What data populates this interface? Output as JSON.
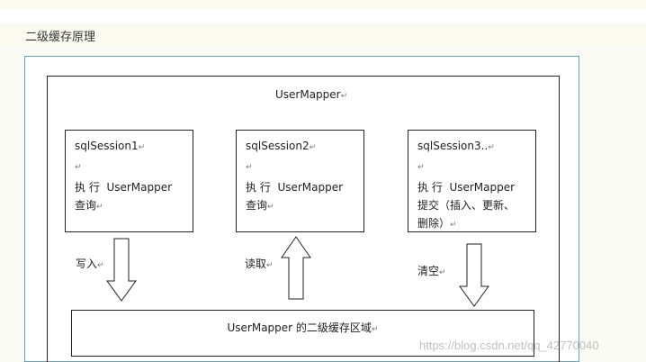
{
  "heading": {
    "title": "二级缓存原理"
  },
  "diagram": {
    "outer_label": "UserMapper",
    "sessions": [
      {
        "name": "sqlSession1",
        "lines": [
          "执 行  UserMapper",
          "查询"
        ],
        "action": "写入",
        "arrow": "down"
      },
      {
        "name": "sqlSession2",
        "lines": [
          "执 行  UserMapper",
          "查询"
        ],
        "action": "读取",
        "arrow": "up"
      },
      {
        "name": "sqlSession3..",
        "lines": [
          "执 行  UserMapper",
          "提交（插入、更新、",
          "删除）"
        ],
        "action": "清空",
        "arrow": "down"
      }
    ],
    "cache_label": "UserMapper 的二级缓存区域",
    "return_mark": "↵"
  },
  "watermark": "https://blog.csdn.net/qq_42770040"
}
